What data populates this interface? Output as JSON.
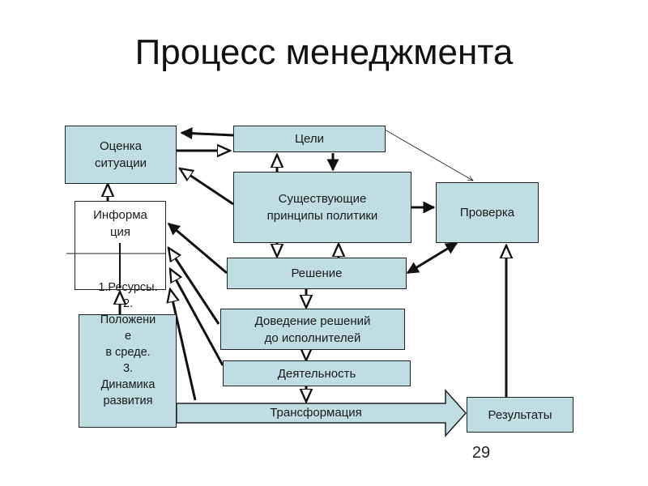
{
  "title": "Процесс менеджмента",
  "nodes": {
    "goals": "Цели",
    "assessment": "Оценка\nситуации",
    "policies": "Существующие\nпринципы политики",
    "check": "Проверка",
    "information": "Информа\nция",
    "decision": "Решение",
    "communication": "Доведение решений\nдо исполнителей",
    "activity": "Деятельность",
    "resources": "1.Ресурсы.\n2.\nПоложени\nе\nв среде.\n3.\nДинамика\nразвития",
    "transformation": "Трансформация",
    "results": "Результаты"
  },
  "page_number": "29",
  "colors": {
    "box_fill": "#bfdde3",
    "border": "#222222"
  }
}
